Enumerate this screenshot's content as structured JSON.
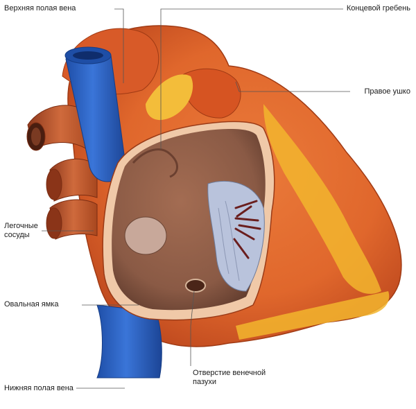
{
  "labels": {
    "superior_vena_cava": "Верхняя полая вена",
    "crista_terminalis": "Концевой гребень",
    "right_auricle": "Правое ушко",
    "pulmonary_vessels_line1": "Легочные",
    "pulmonary_vessels_line2": "сосуды",
    "fossa_ovalis": "Овальная ямка",
    "inferior_vena_cava": "Нижняя полая вена",
    "coronary_sinus_line1": "Отверстие венечной",
    "coronary_sinus_line2": "пазухи"
  },
  "colors": {
    "vena_cava": "#2f66c9",
    "myocardium": "#e0672c",
    "fat": "#f2b52e",
    "cavity": "#8a5a45",
    "valve": "#b9c3dc",
    "pulmonary_vessels": "#c0502a",
    "leader_lines": "#555555"
  }
}
